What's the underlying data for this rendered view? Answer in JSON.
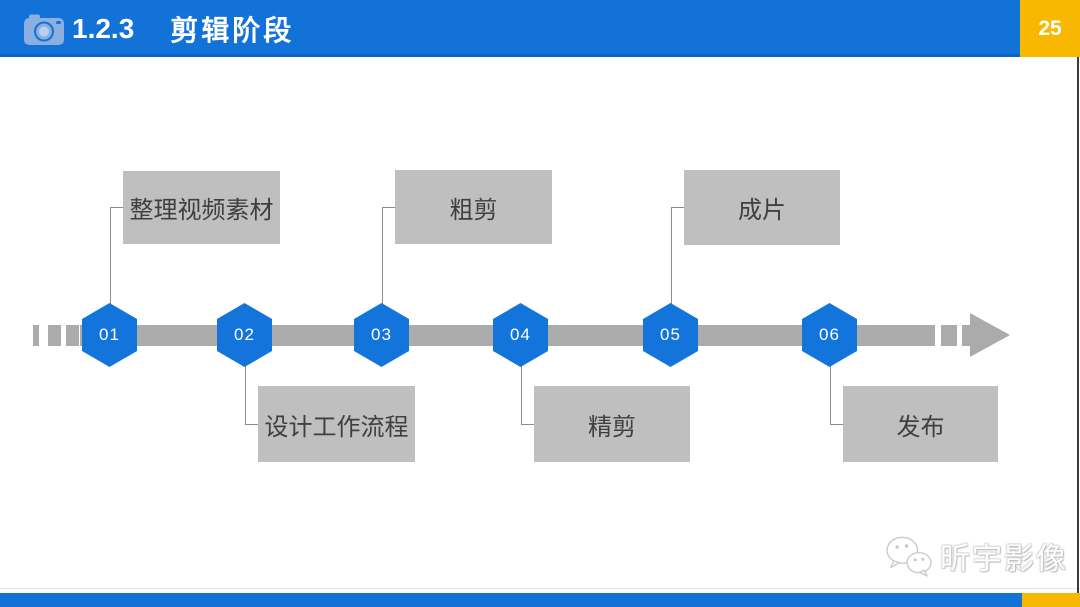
{
  "header": {
    "section_number": "1.2.3",
    "title": "剪辑阶段",
    "page_number": "25",
    "icon": "camera-icon",
    "colors": {
      "bar": "#1272D8",
      "bar_edge": "#0E63C2",
      "badge": "#F9B800",
      "text": "#FFFFFF"
    }
  },
  "timeline": {
    "direction": "left-to-right",
    "steps": [
      {
        "num": "01",
        "label": "整理视频素材",
        "side": "above"
      },
      {
        "num": "02",
        "label": "设计工作流程",
        "side": "below"
      },
      {
        "num": "03",
        "label": "粗剪",
        "side": "above"
      },
      {
        "num": "04",
        "label": "精剪",
        "side": "below"
      },
      {
        "num": "05",
        "label": "成片",
        "side": "above"
      },
      {
        "num": "06",
        "label": "发布",
        "side": "below"
      }
    ],
    "colors": {
      "node": "#1375DC",
      "node_text": "#FFFFFF",
      "track": "#ABABAB",
      "box": "#BFBFBF",
      "box_text": "#3F3F3F",
      "connector": "#8C8C8C"
    }
  },
  "watermark": {
    "text": "昕宇影像",
    "icon": "wechat-icon"
  },
  "footer": {
    "colors": {
      "bar": "#1272D8",
      "accent": "#F9B800"
    }
  }
}
